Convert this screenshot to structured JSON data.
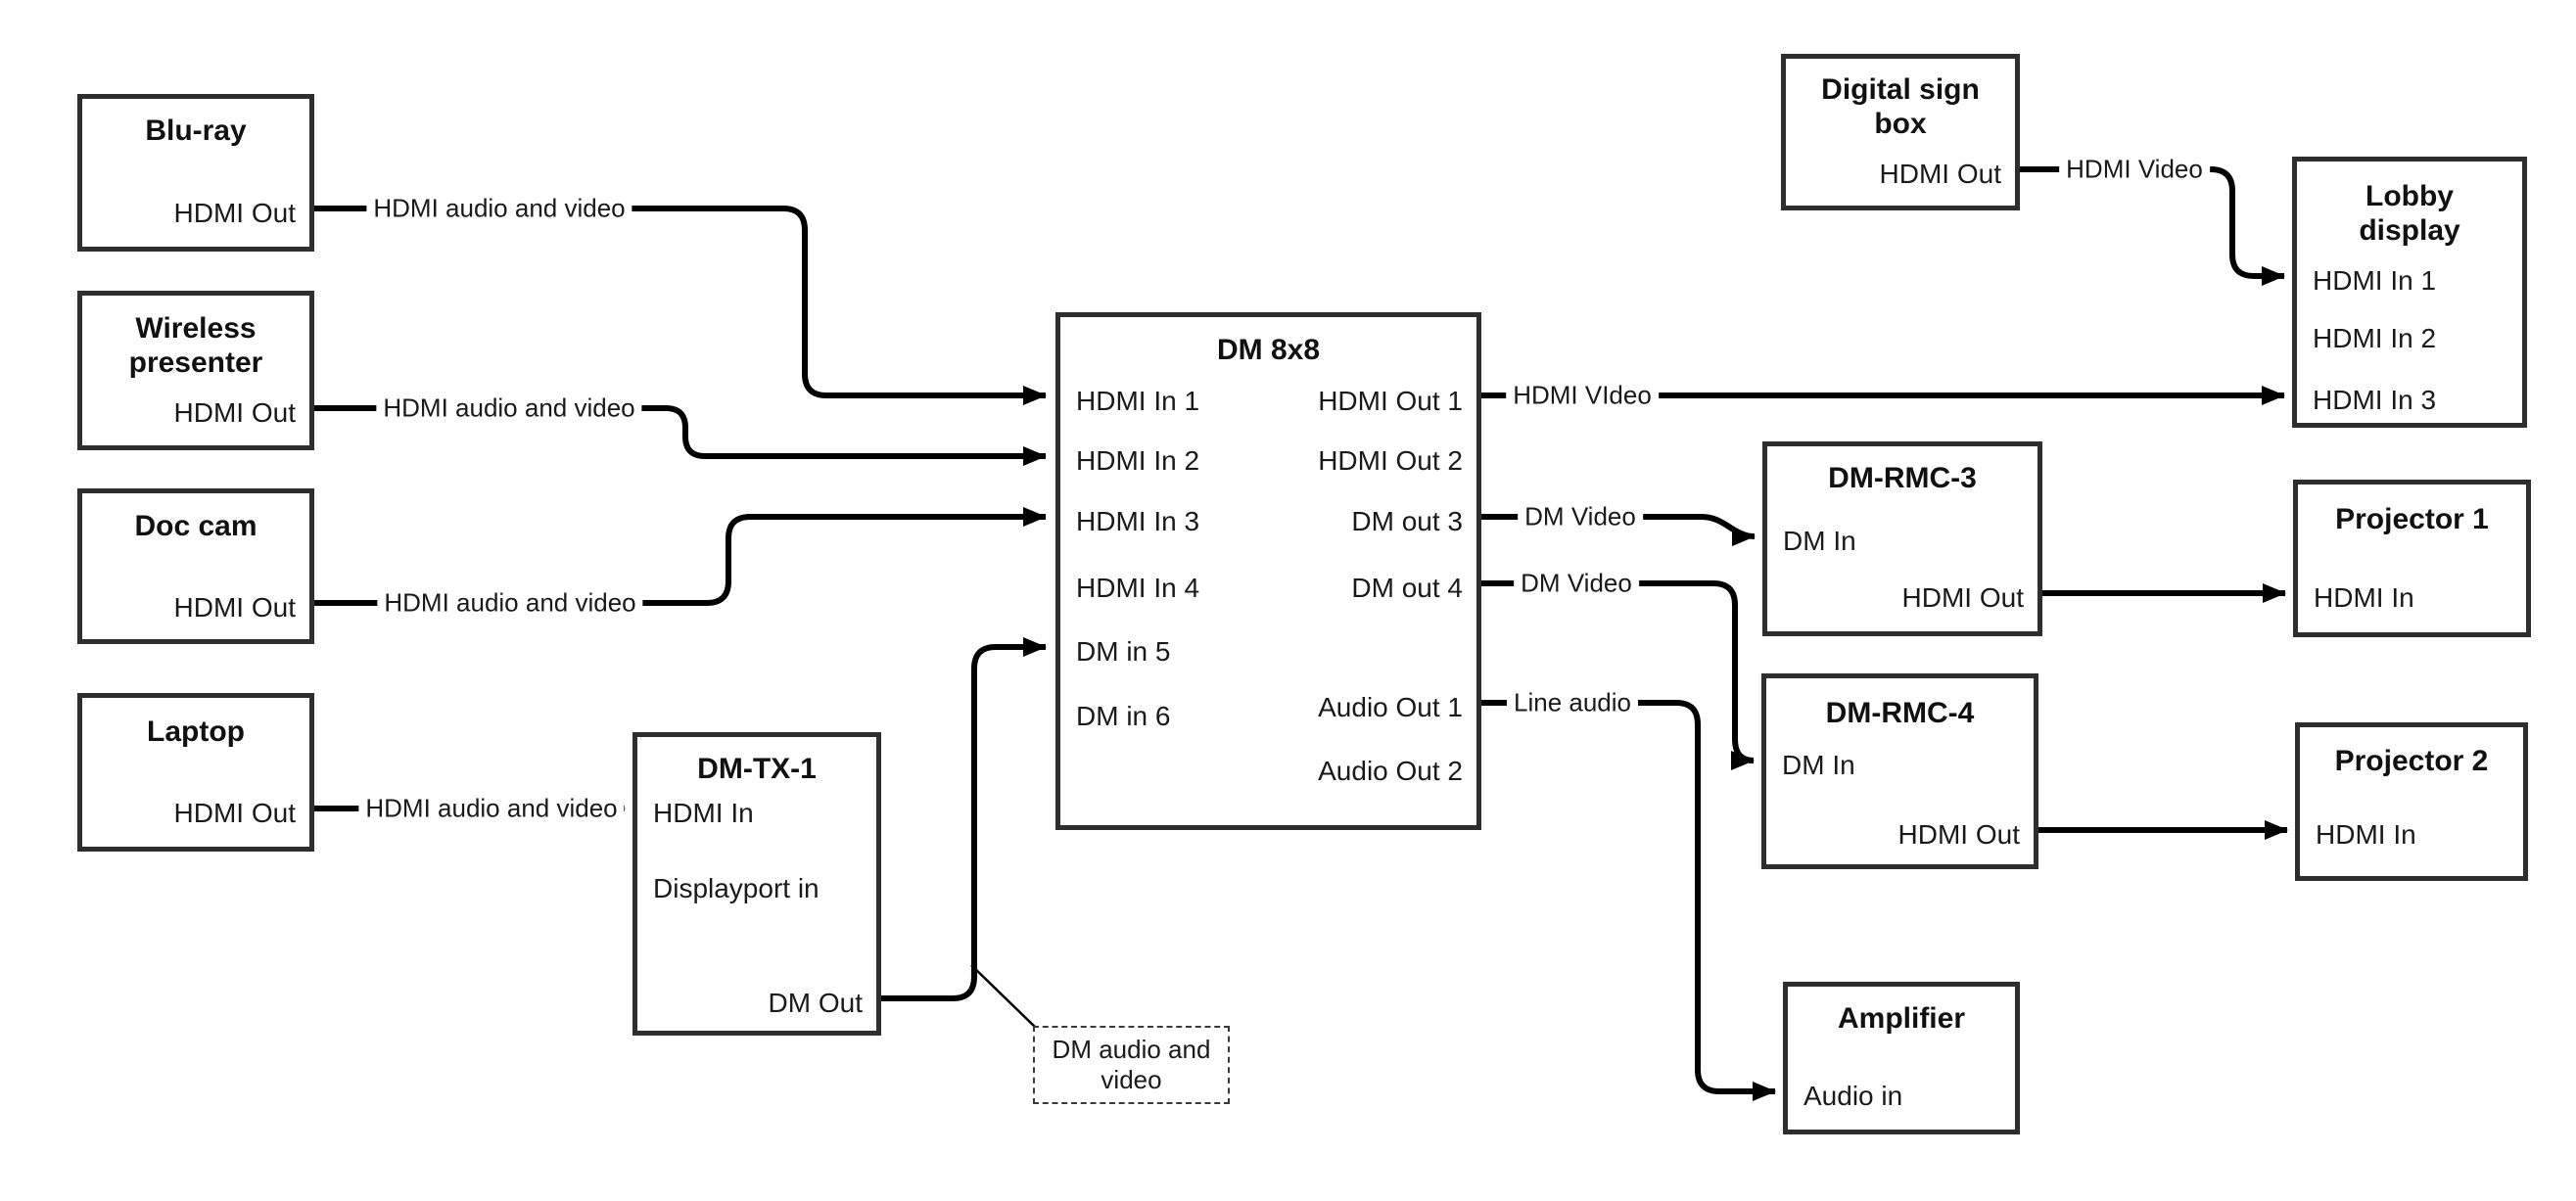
{
  "diagram": {
    "colors": {
      "wire": "#000000",
      "box_border": "#2e2e2e",
      "text": "#1a1a1a",
      "canvas": "#ffffff"
    },
    "nodes": {
      "bluray": {
        "title": "Blu-ray",
        "ports": {
          "out": "HDMI Out"
        }
      },
      "wireless": {
        "title": "Wireless presenter",
        "ports": {
          "out": "HDMI Out"
        }
      },
      "doccam": {
        "title": "Doc cam",
        "ports": {
          "out": "HDMI Out"
        }
      },
      "laptop": {
        "title": "Laptop",
        "ports": {
          "out": "HDMI Out"
        }
      },
      "dmtx1": {
        "title": "DM-TX-1",
        "ports": {
          "hdmi_in": "HDMI In",
          "dp_in": "Displayport in",
          "dm_out": "DM Out"
        }
      },
      "dm8x8": {
        "title": "DM 8x8",
        "ports": {
          "in1": "HDMI In 1",
          "in2": "HDMI In 2",
          "in3": "HDMI In 3",
          "in4": "HDMI In 4",
          "in5": "DM in 5",
          "in6": "DM in 6",
          "out1": "HDMI Out 1",
          "out2": "HDMI Out 2",
          "out3": "DM out 3",
          "out4": "DM out 4",
          "aout1": "Audio Out 1",
          "aout2": "Audio Out 2"
        }
      },
      "digitalsign": {
        "title": "Digital sign box",
        "ports": {
          "out": "HDMI Out"
        }
      },
      "lobby": {
        "title": "Lobby display",
        "ports": {
          "in1": "HDMI In 1",
          "in2": "HDMI In 2",
          "in3": "HDMI In 3"
        }
      },
      "rmc3": {
        "title": "DM-RMC-3",
        "ports": {
          "dm_in": "DM In",
          "hdmi_out": "HDMI Out"
        }
      },
      "proj1": {
        "title": "Projector 1",
        "ports": {
          "in": "HDMI In"
        }
      },
      "rmc4": {
        "title": "DM-RMC-4",
        "ports": {
          "dm_in": "DM In",
          "hdmi_out": "HDMI Out"
        }
      },
      "proj2": {
        "title": "Projector 2",
        "ports": {
          "in": "HDMI In"
        }
      },
      "amplifier": {
        "title": "Amplifier",
        "ports": {
          "in": "Audio in"
        }
      }
    },
    "wire_labels": {
      "bluray_feed": "HDMI audio and video",
      "wireless_feed": "HDMI audio and video",
      "doccam_feed": "HDMI audio and video",
      "laptop_feed": "HDMI audio and video",
      "hdmi_out1": "HDMI VIdeo",
      "digital_sign": "HDMI Video",
      "dm_out3": "DM Video",
      "dm_out4": "DM Video",
      "audio_out1": "Line audio"
    },
    "callout": {
      "text": "DM audio and video"
    }
  }
}
